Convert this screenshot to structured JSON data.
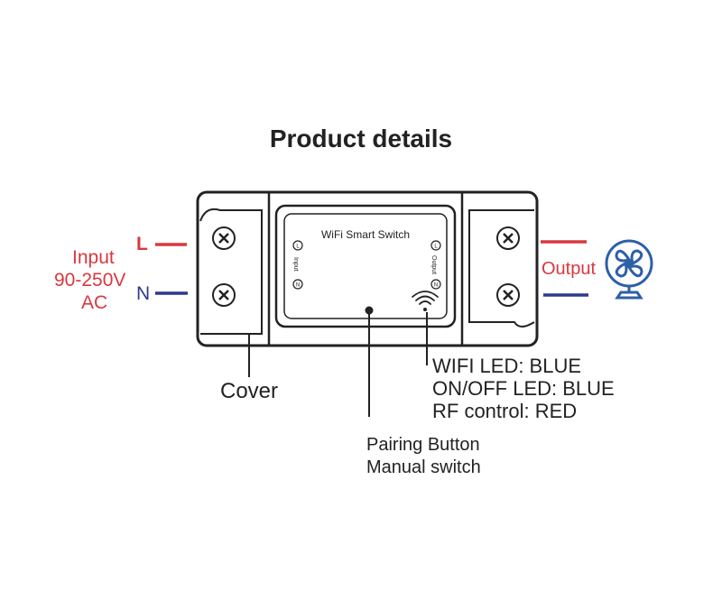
{
  "title": "Product details",
  "input": {
    "label": "Input",
    "voltage": "90-250V",
    "ac": "AC",
    "live": "L",
    "neutral": "N"
  },
  "output": {
    "label": "Output"
  },
  "device": {
    "name": "WiFi Smart Switch",
    "input_tag": "Input",
    "output_tag": "Output",
    "live_mark": "L",
    "neutral_mark": "N"
  },
  "callouts": {
    "cover": "Cover",
    "pairing_line1": "Pairing Button",
    "pairing_line2": "Manual switch",
    "led_line1": "WIFI LED: BLUE",
    "led_line2": "ON/OFF LED: BLUE",
    "led_line3": "RF control: RED"
  },
  "colors": {
    "live_wire": "#d9383f",
    "neutral_wire": "#2e3a8c",
    "outline": "#222222",
    "fan": "#2e5fa8"
  },
  "icons": [
    "screw-icon",
    "wifi-signal-icon",
    "fan-icon"
  ]
}
